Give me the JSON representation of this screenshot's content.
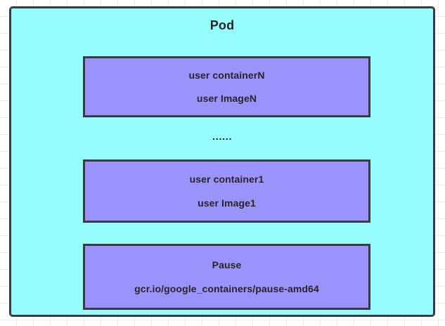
{
  "diagram": {
    "pod": {
      "title": "Pod",
      "fill_color": "#97fdfb",
      "border_color": "#3a3a42"
    },
    "separator": {
      "text": "......"
    },
    "containers": [
      {
        "name": "containerN-box",
        "title": "user containerN",
        "image": "user ImageN",
        "fill_color": "#9b93fb",
        "border_color": "#3a3a42"
      },
      {
        "name": "container1-box",
        "title": "user container1",
        "image": "user Image1",
        "fill_color": "#9b93fb",
        "border_color": "#3a3a42"
      },
      {
        "name": "pause-box",
        "title": "Pause",
        "image": "gcr.io/google_containers/pause-amd64",
        "fill_color": "#9b93fb",
        "border_color": "#3a3a42"
      }
    ]
  }
}
